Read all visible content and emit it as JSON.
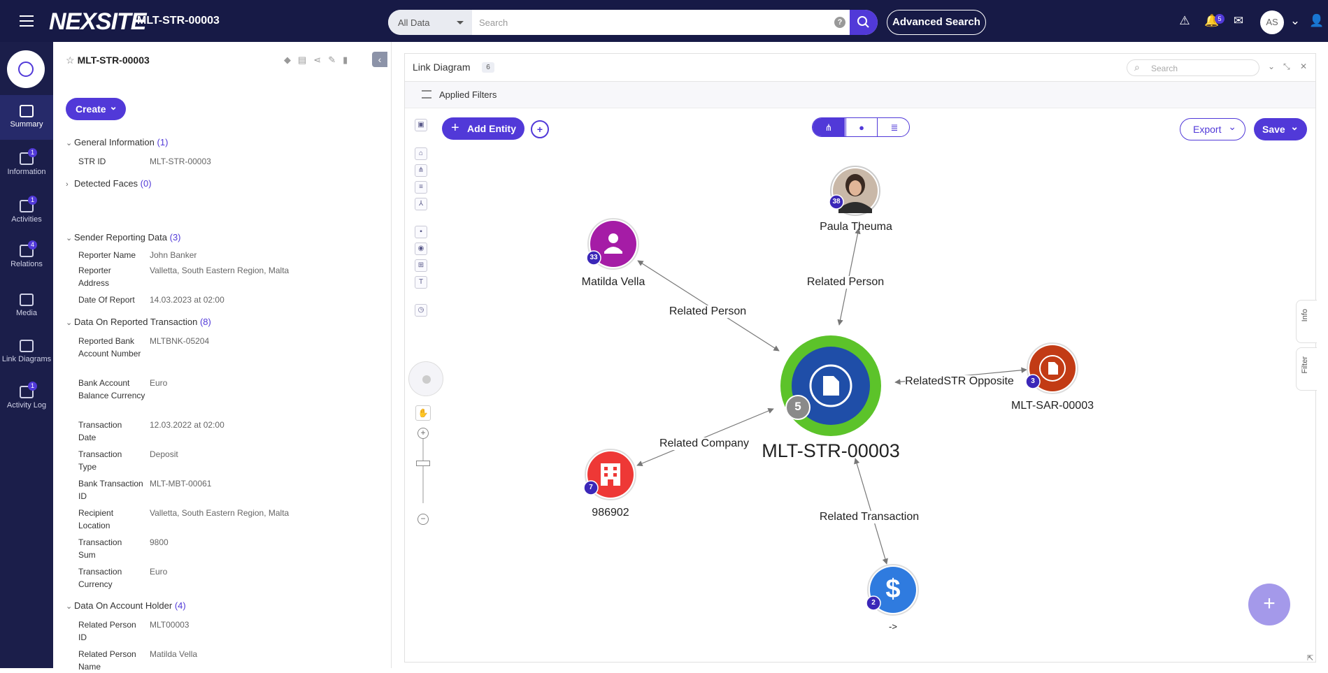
{
  "topbar": {
    "logo": "NEXSITE",
    "title": "MLT-STR-00003",
    "search_scope": "All Data",
    "search_placeholder": "Search",
    "help": "?",
    "advanced_search": "Advanced Search",
    "notifications_count": "5",
    "avatar": "AS"
  },
  "sidebar": {
    "items": [
      {
        "label": "Summary",
        "badge": ""
      },
      {
        "label": "Information",
        "badge": "1"
      },
      {
        "label": "Activities",
        "badge": "1"
      },
      {
        "label": "Relations",
        "badge": "4"
      },
      {
        "label": "Media",
        "badge": ""
      },
      {
        "label": "Link Diagrams",
        "badge": ""
      },
      {
        "label": "Activity Log",
        "badge": "1"
      }
    ]
  },
  "panel": {
    "title": "MLT-STR-00003",
    "create": "Create",
    "sections": [
      {
        "title": "General Information",
        "count": "(1)",
        "rows": [
          {
            "k": "STR ID",
            "v": "MLT-STR-00003"
          }
        ]
      },
      {
        "title": "Detected Faces",
        "count": "(0)",
        "rows": []
      },
      {
        "title": "Sender Reporting Data",
        "count": "(3)",
        "rows": [
          {
            "k": "Reporter Name",
            "v": "John Banker"
          },
          {
            "k": "Reporter Address",
            "v": "Valletta, South Eastern Region, Malta"
          },
          {
            "k": "Date Of Report",
            "v": "14.03.2023 at 02:00"
          }
        ]
      },
      {
        "title": "Data On Reported Transaction",
        "count": "(8)",
        "rows": [
          {
            "k": "Reported Bank Account Number",
            "v": "MLTBNK-05204"
          },
          {
            "k": "Bank Account Balance Currency",
            "v": "Euro"
          },
          {
            "k": "Transaction Date",
            "v": "12.03.2022 at 02:00"
          },
          {
            "k": "Transaction Type",
            "v": "Deposit"
          },
          {
            "k": "Bank Transaction ID",
            "v": "MLT-MBT-00061"
          },
          {
            "k": "Recipient Location",
            "v": "Valletta, South Eastern Region, Malta"
          },
          {
            "k": "Transaction Sum",
            "v": "9800"
          },
          {
            "k": "Transaction Currency",
            "v": "Euro"
          }
        ]
      },
      {
        "title": "Data On Account Holder",
        "count": "(4)",
        "rows": [
          {
            "k": "Related Person ID",
            "v": "MLT00003"
          },
          {
            "k": "Related Person Name",
            "v": "Matilda Vella"
          }
        ]
      }
    ]
  },
  "diagram": {
    "title": "Link Diagram",
    "count": "6",
    "search_placeholder": "Search",
    "applied_filters": "Applied Filters",
    "add_entity": "Add Entity",
    "export": "Export",
    "save": "Save",
    "tab_info": "Info",
    "tab_filter": "Filter",
    "center": {
      "label": "MLT-STR-00003",
      "badge": "5"
    },
    "nodes": [
      {
        "label": "Paula Theuma",
        "badge": "38",
        "kind": "photo"
      },
      {
        "label": "Matilda  Vella",
        "badge": "33",
        "kind": "person"
      },
      {
        "label": "MLT-SAR-00003",
        "badge": "3",
        "kind": "document"
      },
      {
        "label": "986902",
        "badge": "7",
        "kind": "company"
      },
      {
        "label": "->",
        "badge": "2",
        "kind": "transaction"
      }
    ],
    "edges": [
      {
        "label": "Related Person"
      },
      {
        "label": "Related Person"
      },
      {
        "label": "RelatedSTR Opposite"
      },
      {
        "label": "Related Company"
      },
      {
        "label": "Related Transaction"
      }
    ]
  },
  "colors": {
    "accent": "#5139d8",
    "topbar": "#171a46",
    "center_ring": "#5cc32a",
    "center_core": "#1f4ea8"
  }
}
